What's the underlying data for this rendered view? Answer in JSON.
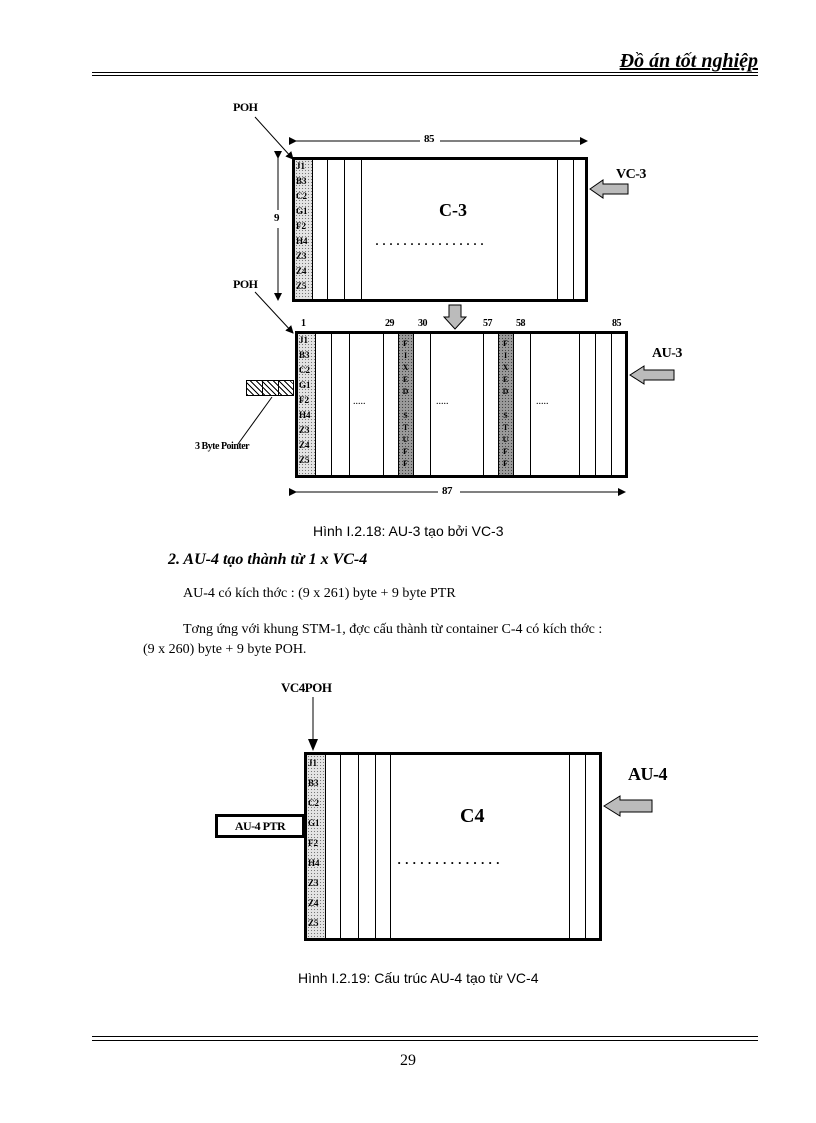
{
  "header": {
    "title": "Đồ án tốt nghiệp"
  },
  "figure1": {
    "poh_top_label": "POH",
    "poh_bottom_label": "POH",
    "width_label_top": "85",
    "height_label": "9",
    "vc3_title": "C-3",
    "vc3_dots": "· · · · · · · · · · · · · · · ·",
    "vc3_arrow_label": "VC-3",
    "poh_rows": [
      "J1",
      "B3",
      "C2",
      "G1",
      "F2",
      "H4",
      "Z3",
      "Z4",
      "Z5"
    ],
    "col_labels": {
      "c1": "1",
      "c29": "29",
      "c30": "30",
      "c57": "57",
      "c58": "58",
      "c85": "85"
    },
    "stuff_letters": [
      "F",
      "I",
      "X",
      "E",
      "D",
      "",
      "S",
      "T",
      "U",
      "F",
      "F"
    ],
    "au3_arrow_label": "AU-3",
    "pointer_label": "3 Byte Pointer",
    "width_label_bottom": "87",
    "au3_dots": ".....",
    "caption": "Hình I.2.18: AU-3 tạo bởi VC-3"
  },
  "section": {
    "heading_num": "2.",
    "heading_text": "AU-4 tạo thành từ 1 x VC-4",
    "line1": "AU-4 có kích thớc   : (9 x 261) byte  +  9 byte PTR",
    "line2": "Tơng   ứng với khung STM-1, đợc   cấu thành từ container C-4 có kích thớc   :",
    "line3": "(9 x 260) byte  +  9 byte POH."
  },
  "figure2": {
    "vc4poh_label": "VC4POH",
    "poh_rows": [
      "J1",
      "B3",
      "C2",
      "G1",
      "F2",
      "H4",
      "Z3",
      "Z4",
      "Z5"
    ],
    "title": "C4",
    "dots": "· · · · · · · · · · · · · ·",
    "au4_label": "AU-4",
    "ptr_label": "AU-4 PTR",
    "caption": "Hình I.2.19: Cấu trúc AU-4 tạo từ VC-4"
  },
  "footer": {
    "page_number": "29"
  }
}
